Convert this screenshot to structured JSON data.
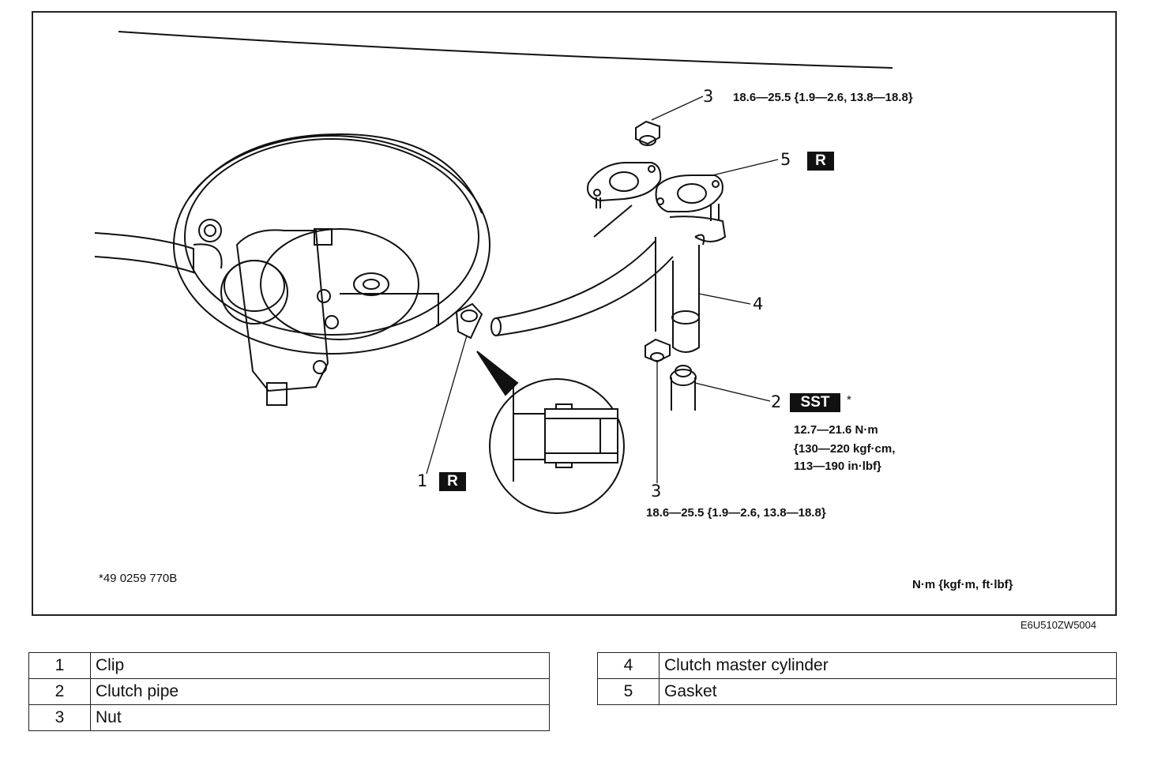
{
  "callouts": {
    "nut_top": {
      "num": "3",
      "spec": "18.6—25.5 {1.9—2.6, 13.8—18.8}"
    },
    "gasket": {
      "num": "5",
      "badge": "R"
    },
    "cylinder": {
      "num": "4"
    },
    "pipe": {
      "num": "2",
      "badge": "SST",
      "mark": "*",
      "spec_lines": [
        "12.7—21.6 N·m",
        "{130—220 kgf·cm,",
        "113—190 in·lbf}"
      ]
    },
    "nut_bottom": {
      "num": "3",
      "spec": "18.6—25.5 {1.9—2.6, 13.8—18.8}"
    },
    "clip": {
      "num": "1",
      "badge": "R"
    }
  },
  "footnote": "*49 0259 770B",
  "units": "N·m {kgf·m,  ft·lbf}",
  "doc_id": "E6U510ZW5004",
  "parts_left": [
    {
      "num": "1",
      "name": "Clip"
    },
    {
      "num": "2",
      "name": "Clutch pipe"
    },
    {
      "num": "3",
      "name": "Nut"
    }
  ],
  "parts_right": [
    {
      "num": "4",
      "name": "Clutch master cylinder"
    },
    {
      "num": "5",
      "name": "Gasket"
    }
  ]
}
